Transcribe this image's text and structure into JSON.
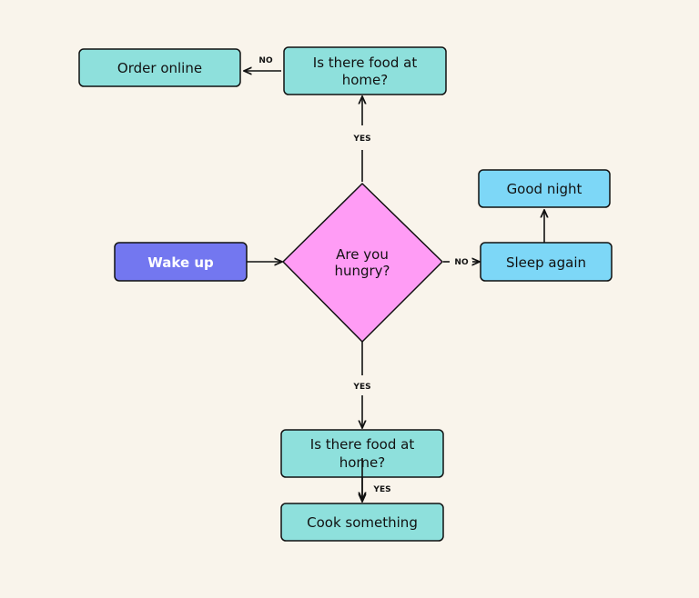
{
  "nodes": {
    "wake_up": "Wake up",
    "are_you_hungry": [
      "Are you",
      "hungry?"
    ],
    "food_at_home_top": [
      "Is there food at",
      "home?"
    ],
    "order_online": "Order online",
    "sleep_again": "Sleep again",
    "good_night": "Good night",
    "food_at_home_bottom": [
      "Is there food at",
      "home?"
    ],
    "cook_something": "Cook something"
  },
  "edges": {
    "hungry_yes_up": "YES",
    "hungry_no_right": "NO",
    "hungry_yes_down": "YES",
    "top_food_no": "NO",
    "bottom_food_yes": "YES"
  },
  "colors": {
    "background": "#f9f4eb",
    "decision": "#ff9cf5",
    "process_teal": "#8ee0dc",
    "process_blue": "#7dd7f7",
    "start": "#7377f0",
    "line": "#111111"
  }
}
